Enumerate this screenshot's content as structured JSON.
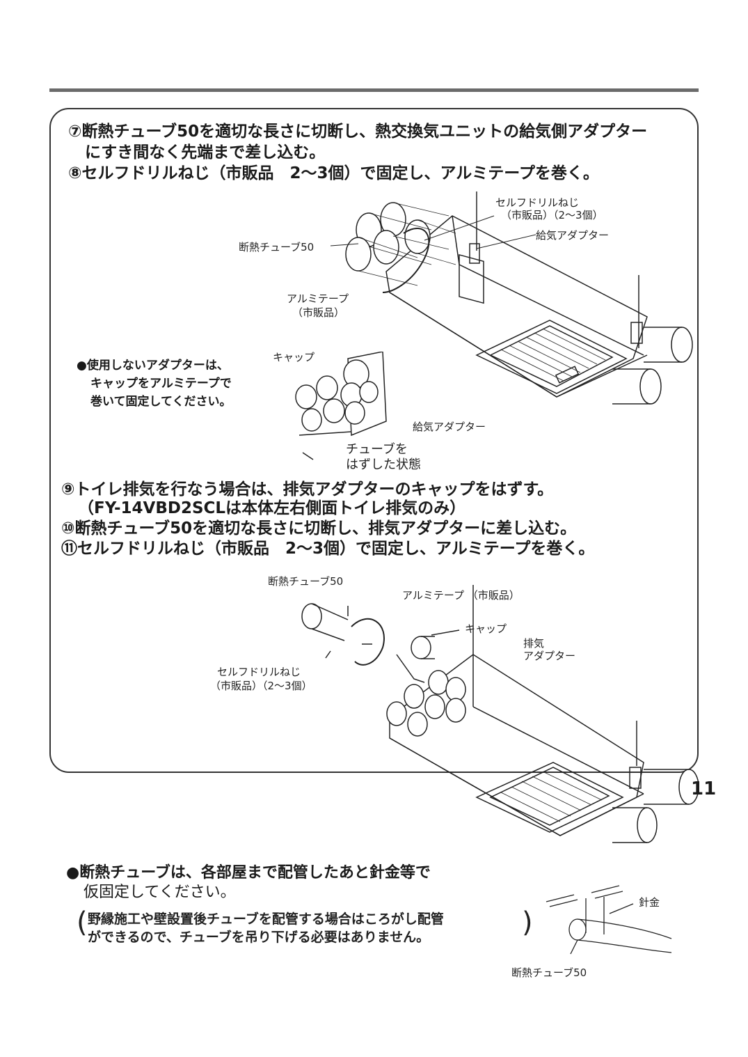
{
  "steps": {
    "s7_line1": "⑦断熱チューブ50を適切な長さに切断し、熱交換気ユニットの給気側アダプター",
    "s7_line2": "にすき間なく先端まで差し込む。",
    "s8": "⑧セルフドリルねじ（市販品　2〜3個）で固定し、アルミテープを巻く。",
    "s9_line1": "⑨トイレ排気を行なう場合は、排気アダプターのキャップをはずす。",
    "s9_line2": "（FY-14VBD2SCLは本体左右側面トイレ排気のみ）",
    "s10": "⑩断熱チューブ50を適切な長さに切断し、排気アダプターに差し込む。",
    "s11": "⑪セルフドリルねじ（市販品　2〜3個）で固定し、アルミテープを巻く。"
  },
  "fig1": {
    "screw_line1": "セルフドリルねじ",
    "screw_line2": "（市販品）（2〜3個）",
    "supply_adapter": "給気アダプター",
    "tube": "断熱チューブ50",
    "tape_line1": "アルミテープ",
    "tape_line2": "（市販品）"
  },
  "unused_note": {
    "line1": "●使用しないアダプターは、",
    "line2": "キャップをアルミテープで",
    "line3": "巻いて固定してください。"
  },
  "fig2": {
    "cap": "キャップ",
    "supply_adapter": "給気アダプター",
    "removed_line1": "チューブを",
    "removed_line2": "はずした状態"
  },
  "fig3": {
    "tube": "断熱チューブ50",
    "tape": "アルミテープ （市販品）",
    "cap": "キャップ",
    "exhaust_line1": "排気",
    "exhaust_line2": "アダプター",
    "screw_line1": "セルフドリルねじ",
    "screw_line2": "（市販品）（2〜3個）"
  },
  "bottom_note": {
    "line1": "●断熱チューブは、各部屋まで配管したあと針金等で",
    "line2": "仮固定してください。",
    "paren_line1": "野縁施工や壁設置後チューブを配管する場合はころがし配管",
    "paren_line2": "ができるので、チューブを吊り下げる必要はありません。"
  },
  "fig4": {
    "wire": "針金",
    "tube": "断熱チューブ50"
  },
  "page_number": "11"
}
